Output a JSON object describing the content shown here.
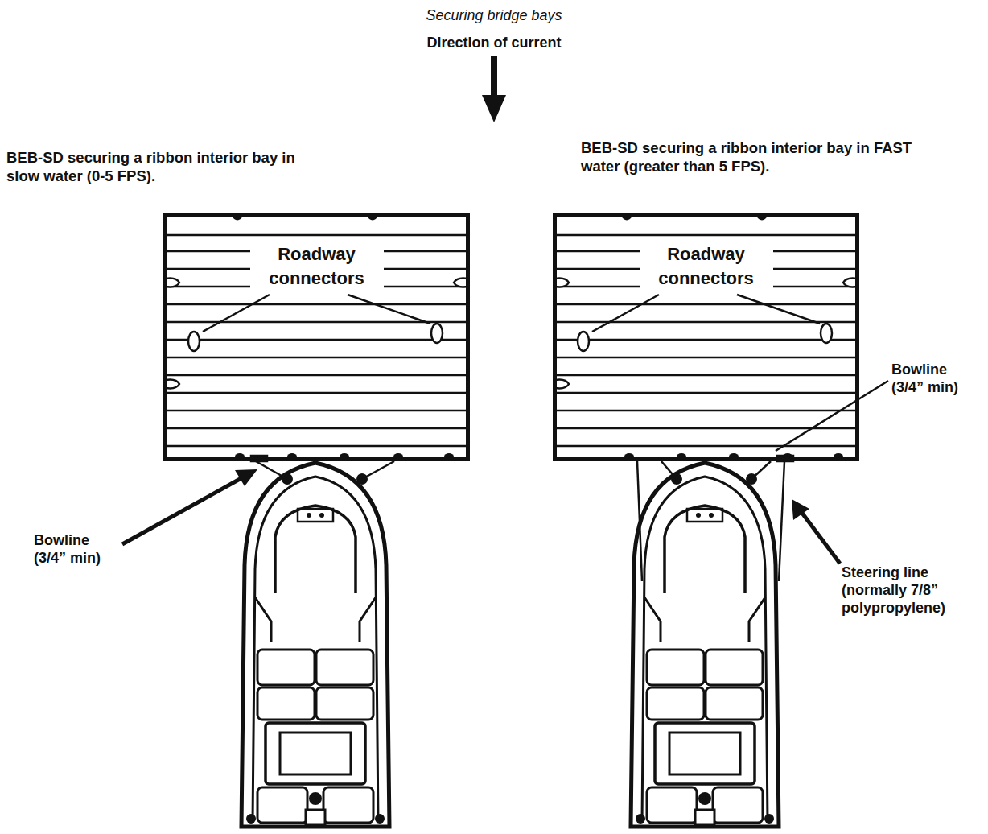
{
  "diagram": {
    "title": "Securing bridge bays",
    "nodes": [
      {
        "text": [
          "Roadway connectors"
        ]
      },
      {
        "text": [
          "Roadway connectors"
        ]
      }
    ],
    "labels": [
      "Direction of current",
      "BEB-SD securing a ribbon interior bay in slow water (0-5 FPS).",
      "BEB-SD securing a ribbon interior bay in FAST water (greater than 5 FPS).",
      "Bowline (3/4” min)",
      "Bowline (3/4” min)",
      "Steering line (normally 7/8” polypropylene)"
    ]
  }
}
